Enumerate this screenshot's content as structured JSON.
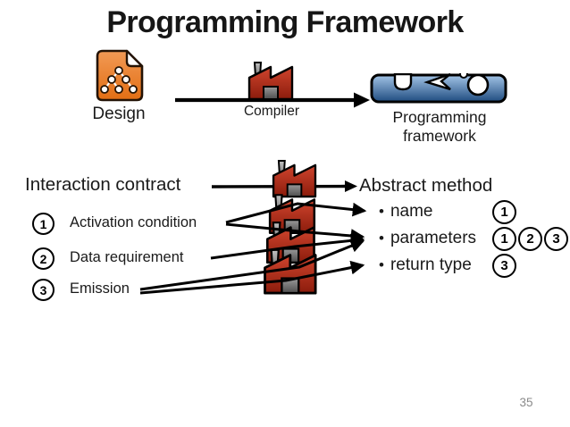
{
  "slide": {
    "title": "Programming Framework",
    "page_number": "35"
  },
  "pipeline": {
    "design_label": "Design",
    "compiler_label": "Compiler",
    "framework_label_line1": "Programming",
    "framework_label_line2": "framework"
  },
  "contract": {
    "heading": "Interaction contract",
    "items": [
      {
        "num": "1",
        "label": "Activation condition"
      },
      {
        "num": "2",
        "label": "Data requirement"
      },
      {
        "num": "3",
        "label": "Emission"
      }
    ]
  },
  "abstract_method": {
    "heading": "Abstract method",
    "bullet_glyph": "•",
    "bullets": [
      {
        "label": "name",
        "refs": [
          "1"
        ]
      },
      {
        "label": "parameters",
        "refs": [
          "1",
          "2",
          "3"
        ]
      },
      {
        "label": "return type",
        "refs": [
          "3"
        ]
      }
    ]
  },
  "icons": {
    "design": "document-with-node-tree-icon",
    "compiler": "factory-icon",
    "framework": "puzzle-bar-icon",
    "stack": "factory-stack-icon"
  },
  "colors": {
    "factory_red": "#a8220f",
    "design_orange": "#ed7d31",
    "puzzle_blue": "#3a6ea5",
    "text": "#1a1a1a",
    "page_number_gray": "#8a8a8a"
  }
}
